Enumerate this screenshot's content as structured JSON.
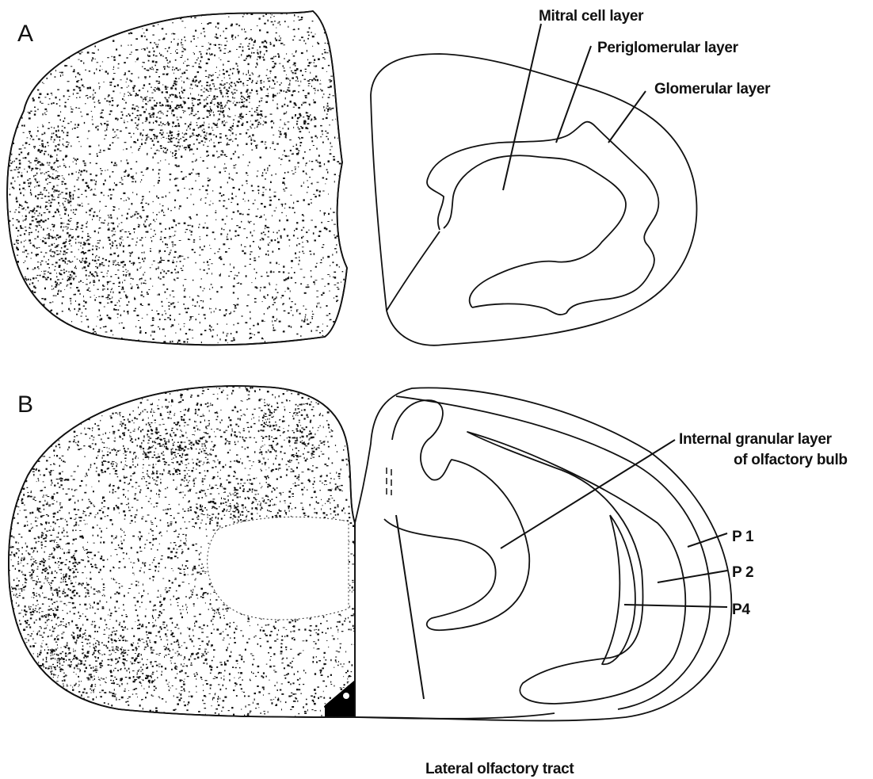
{
  "panels": {
    "a": {
      "letter": "A",
      "labels": {
        "mitral": "Mitral cell layer",
        "periglomerular": "Periglomerular layer",
        "glomerular": "Glomerular layer"
      }
    },
    "b": {
      "letter": "B",
      "labels": {
        "internal_line1": "Internal granular layer",
        "internal_line2": "of olfactory bulb",
        "p1": "P 1",
        "p2": "P 2",
        "p4": "P4",
        "lateral_tract": "Lateral olfactory tract"
      }
    }
  },
  "colors": {
    "ink": "#111111",
    "paper": "#ffffff"
  },
  "stipple_seeds": {
    "a": 7,
    "b": 19
  }
}
